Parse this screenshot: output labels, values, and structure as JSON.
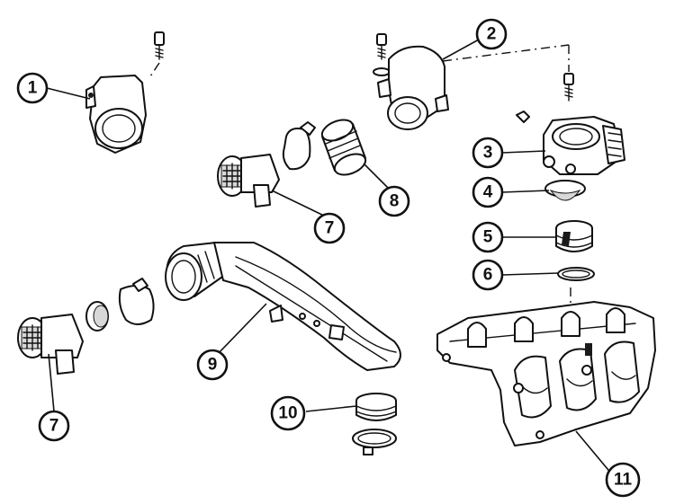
{
  "callouts": [
    {
      "id": "1",
      "label": "1"
    },
    {
      "id": "2",
      "label": "2"
    },
    {
      "id": "3",
      "label": "3"
    },
    {
      "id": "4",
      "label": "4"
    },
    {
      "id": "5",
      "label": "5"
    },
    {
      "id": "6",
      "label": "6"
    },
    {
      "id": "7a",
      "label": "7"
    },
    {
      "id": "8",
      "label": "8"
    },
    {
      "id": "7b",
      "label": "7"
    },
    {
      "id": "9",
      "label": "9"
    },
    {
      "id": "10",
      "label": "10"
    },
    {
      "id": "11",
      "label": "11"
    }
  ]
}
